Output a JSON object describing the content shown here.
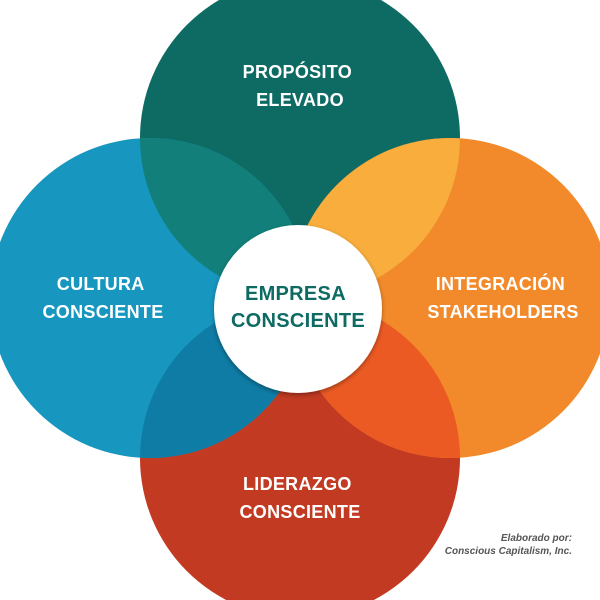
{
  "diagram": {
    "center": {
      "lines": [
        "EMPRESA",
        "CONSCIENTE"
      ]
    },
    "circles": {
      "top": {
        "lines": [
          "PROPÓSITO",
          "ELEVADO"
        ]
      },
      "left": {
        "lines": [
          "CULTURA",
          "CONSCIENTE"
        ]
      },
      "right": {
        "lines": [
          "INTEGRACIÓN",
          "STAKEHOLDERS"
        ]
      },
      "bottom": {
        "lines": [
          "LIDERAZGO",
          "CONSCIENTE"
        ]
      }
    }
  },
  "credit": {
    "line1": "Elaborado por:",
    "line2": "Conscious Capitalism, Inc."
  },
  "colors": {
    "top": "#0d6b63",
    "left": "#1796bf",
    "right": "#f28a2b",
    "bottom": "#c23a22",
    "overlap_top_left": "#127f7a",
    "overlap_top_right": "#f8ad3d",
    "overlap_bottom_left": "#0f7ca5",
    "overlap_bottom_right": "#ec5a24",
    "center_text": "#0d6b63",
    "center_fill": "#ffffff"
  }
}
